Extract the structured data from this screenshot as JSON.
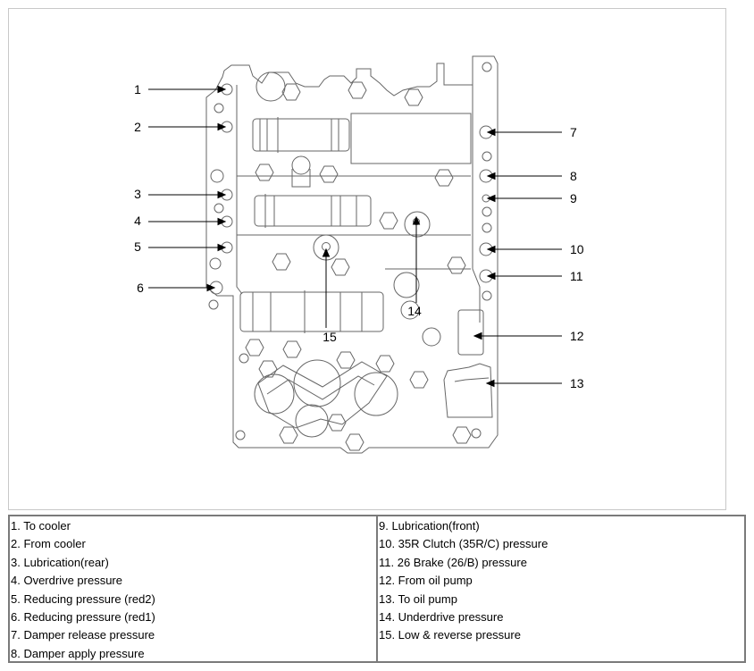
{
  "callouts": [
    {
      "number": "1"
    },
    {
      "number": "2"
    },
    {
      "number": "3"
    },
    {
      "number": "4"
    },
    {
      "number": "5"
    },
    {
      "number": "6"
    },
    {
      "number": "7"
    },
    {
      "number": "8"
    },
    {
      "number": "9"
    },
    {
      "number": "10"
    },
    {
      "number": "11"
    },
    {
      "number": "12"
    },
    {
      "number": "13"
    },
    {
      "number": "14"
    },
    {
      "number": "15"
    }
  ],
  "legend": {
    "left": [
      "1. To cooler",
      "2. From cooler",
      "3. Lubrication(rear)",
      "4. Overdrive pressure",
      "5. Reducing pressure (red2)",
      "6. Reducing pressure (red1)",
      "7. Damper release pressure",
      "8. Damper apply pressure"
    ],
    "right": [
      "9. Lubrication(front)",
      "10. 35R Clutch (35R/C) pressure",
      "11. 26 Brake (26/B) pressure",
      "12. From oil pump",
      "13. To oil pump",
      "14. Underdrive pressure",
      "15. Low & reverse pressure"
    ]
  },
  "colors": {
    "drawing_line": "#666666",
    "leader_line": "#000000",
    "table_border": "#7a7a7a"
  }
}
